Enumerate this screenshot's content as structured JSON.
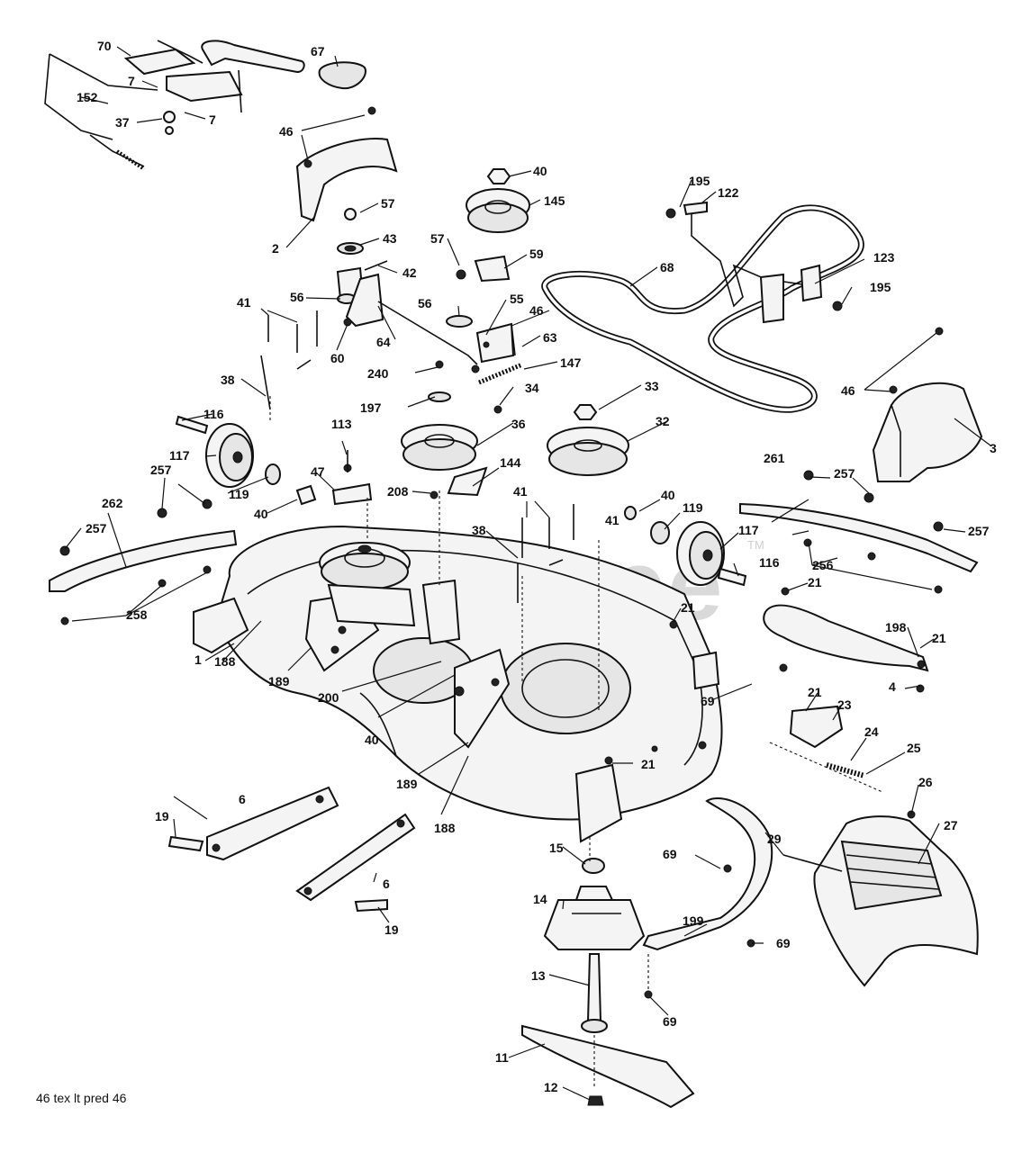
{
  "watermark": {
    "text": "PartsTree",
    "mark": "TM"
  },
  "footer_code": "46 tex lt pred 46",
  "callouts": {
    "c70": "70",
    "c67": "67",
    "c7a": "7",
    "c7b": "7",
    "c152": "152",
    "c37": "37",
    "c46a": "46",
    "c2": "2",
    "c40a": "40",
    "c145": "145",
    "c57a": "57",
    "c43": "43",
    "c42": "42",
    "c57b": "57",
    "c59": "59",
    "c195a": "195",
    "c122": "122",
    "c68": "68",
    "c123": "123",
    "c195b": "195",
    "c41a": "41",
    "c56a": "56",
    "c60": "60",
    "c64": "64",
    "c56b": "56",
    "c55": "55",
    "c46b": "46",
    "c63": "63",
    "c147": "147",
    "c240": "240",
    "c34": "34",
    "c38a": "38",
    "c197": "197",
    "c33": "33",
    "c36": "36",
    "c32": "32",
    "c46c": "46",
    "c3": "3",
    "c116a": "116",
    "c113": "113",
    "c117a": "117",
    "c119a": "119",
    "c47": "47",
    "c40b": "40",
    "c257a": "257",
    "c262": "262",
    "c257b": "257",
    "c144": "144",
    "c208": "208",
    "c41b": "41",
    "c40c": "40",
    "c41c": "41",
    "c119b": "119",
    "c117b": "117",
    "c261": "261",
    "c257c": "257",
    "c257d": "257",
    "c38b": "38",
    "c256": "256",
    "c116b": "116",
    "c258": "258",
    "c21a": "21",
    "c21b": "21",
    "c198": "198",
    "c21c": "21",
    "c1": "1",
    "c188a": "188",
    "c189a": "189",
    "c200": "200",
    "c40d": "40",
    "c69a": "69",
    "c4": "4",
    "c21d": "21",
    "c23": "23",
    "c24": "24",
    "c25": "25",
    "c21e": "21",
    "c189b": "189",
    "c26": "26",
    "c6a": "6",
    "c19a": "19",
    "c188b": "188",
    "c27": "27",
    "c15": "15",
    "c29": "29",
    "c69b": "69",
    "c6b": "6",
    "c19b": "19",
    "c14": "14",
    "c199": "199",
    "c69c": "69",
    "c13": "13",
    "c69d": "69",
    "c11": "11",
    "c12": "12"
  }
}
